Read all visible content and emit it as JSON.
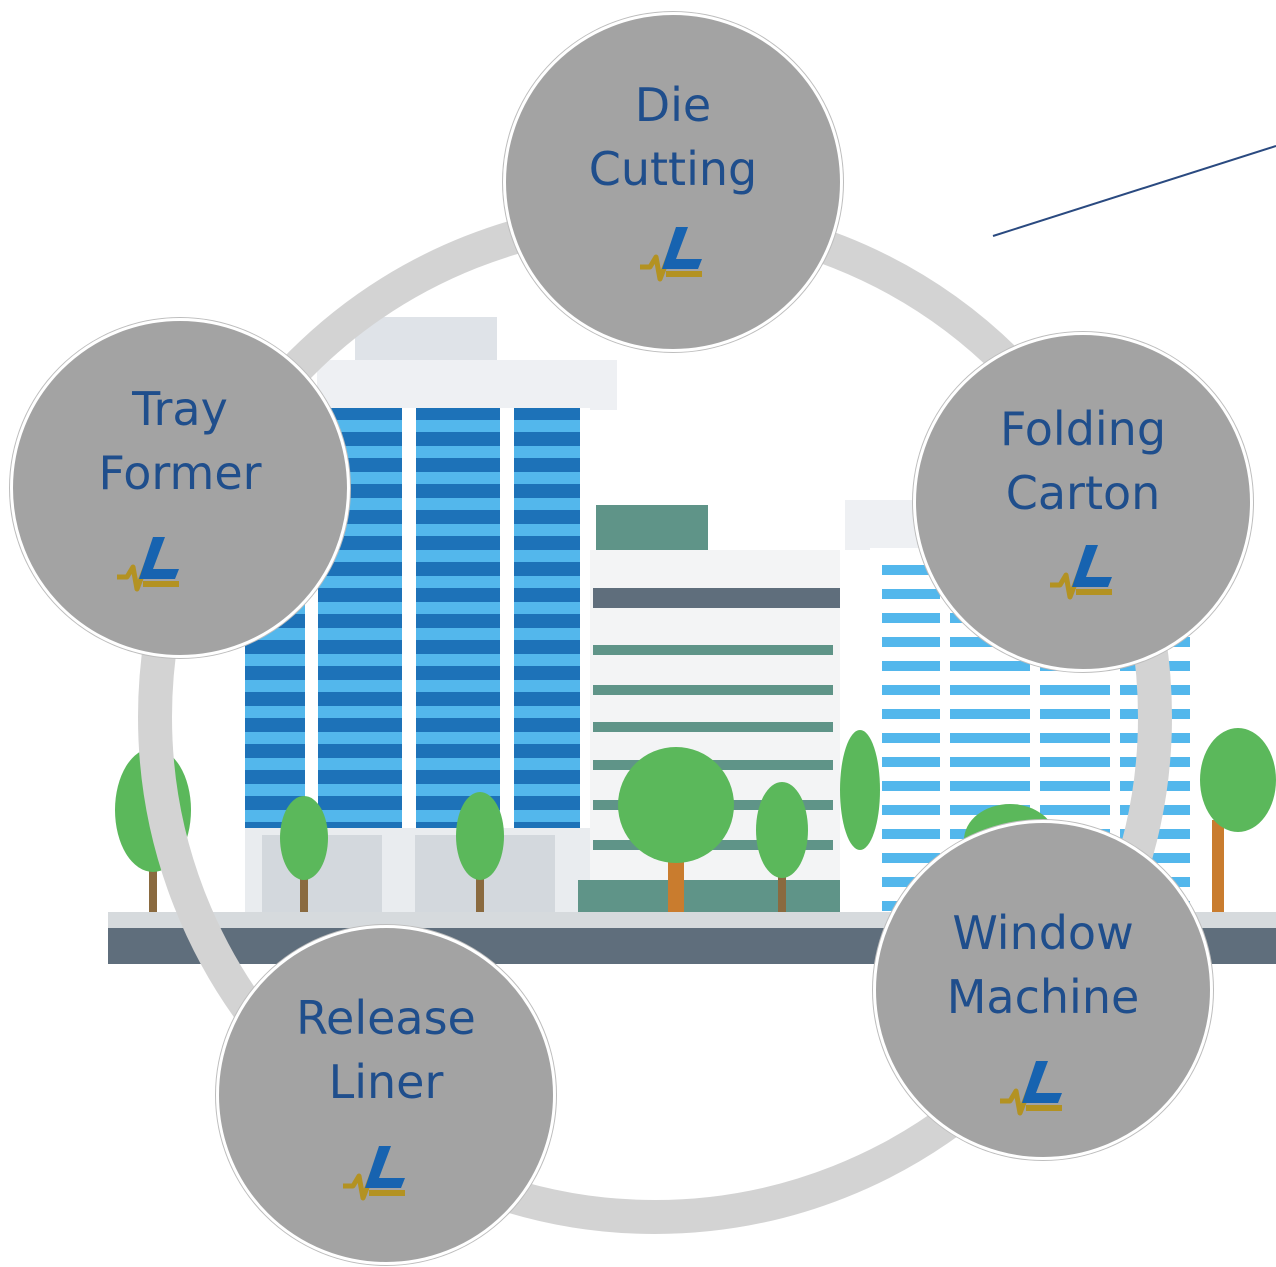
{
  "diagram": {
    "nodes": [
      {
        "id": "die-cutting",
        "line1": "Die",
        "line2": "Cutting"
      },
      {
        "id": "folding-carton",
        "line1": "Folding",
        "line2": "Carton"
      },
      {
        "id": "window-machine",
        "line1": "Window",
        "line2": "Machine"
      },
      {
        "id": "release-liner",
        "line1": "Release",
        "line2": "Liner"
      },
      {
        "id": "tray-former",
        "line1": "Tray",
        "line2": "Former"
      }
    ]
  },
  "colors": {
    "node_fill": "#a3a3a3",
    "ring": "#d3d3d3",
    "label_text": "#1f4e8c",
    "logo_blue": "#1763b0",
    "logo_gold": "#b39222",
    "building_dark_blue": "#1d72b8",
    "building_light_blue": "#53b7ec",
    "tree_green": "#5bb85b",
    "road": "#5f6e7c",
    "accent_line": "#2a4a80"
  },
  "icons": {
    "node_logo": "brand-logo-icon",
    "connector_line": "accent-line"
  }
}
